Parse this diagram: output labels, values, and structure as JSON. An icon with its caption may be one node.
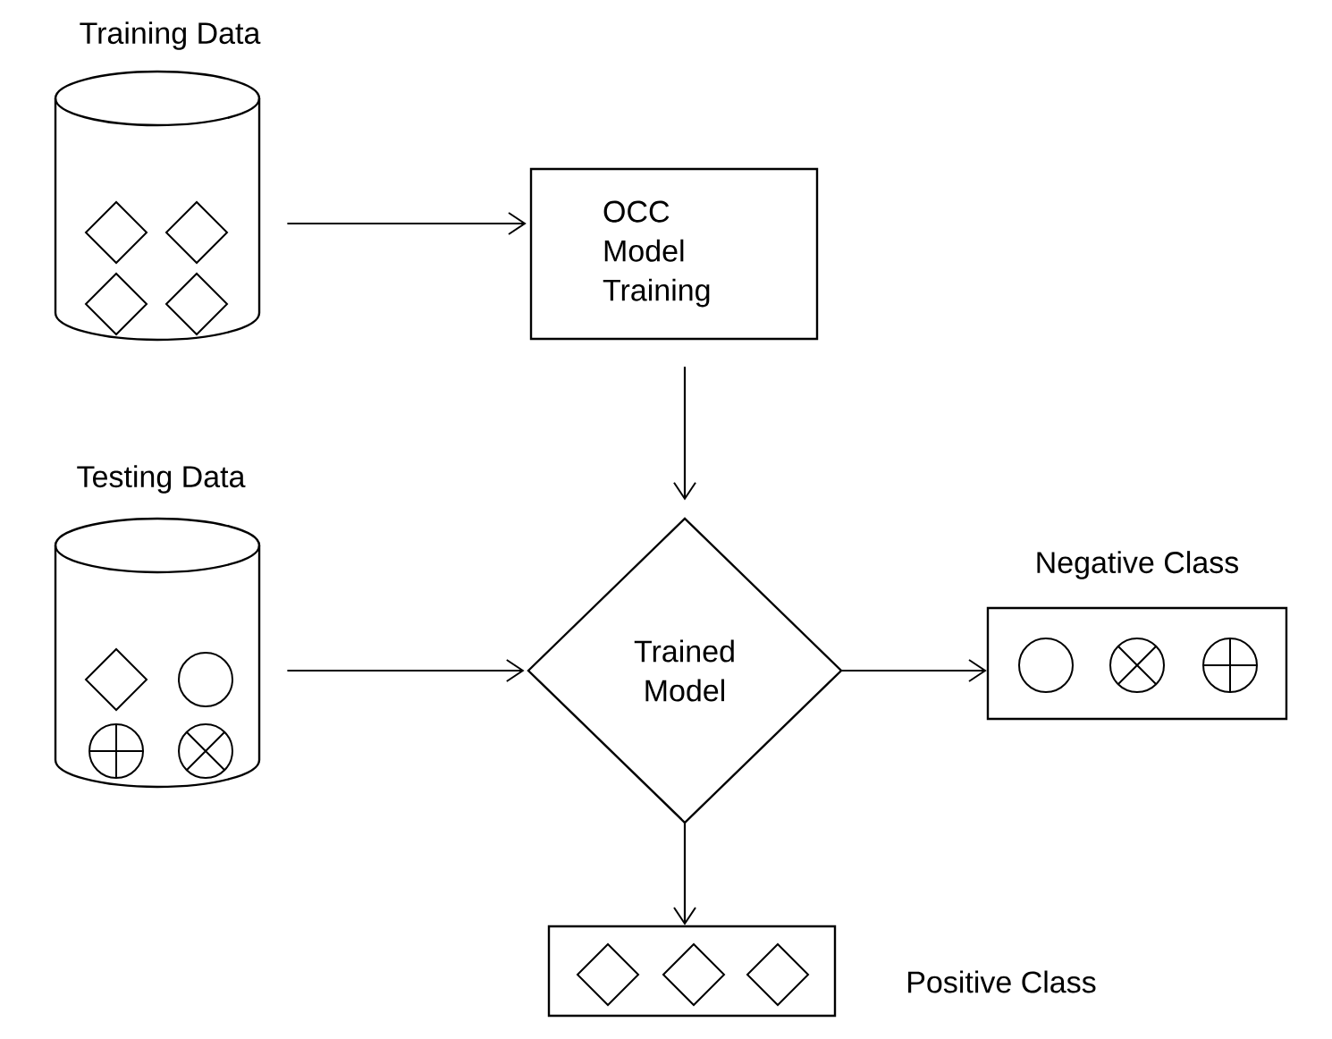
{
  "diagram": {
    "nodes": [
      {
        "text": [
          "Training Data"
        ]
      },
      {
        "text": [
          "OCC Model Training"
        ]
      },
      {
        "text": [
          "Testing Data"
        ]
      },
      {
        "text": [
          "Trained Model"
        ]
      },
      {
        "text": [
          "Negative Class"
        ]
      },
      {
        "text": [],
        "shape": "box",
        "beside": [
          "Positive Class"
        ]
      }
    ],
    "edges": [
      {
        "from": 0,
        "to": 1,
        "arrow": "to"
      },
      {
        "from": 1,
        "to": 3,
        "arrow": "to"
      },
      {
        "from": 2,
        "to": 3,
        "arrow": "to"
      },
      {
        "from": 3,
        "to": 4,
        "arrow": "to"
      },
      {
        "from": 3,
        "to": 5,
        "arrow": "to"
      }
    ]
  }
}
